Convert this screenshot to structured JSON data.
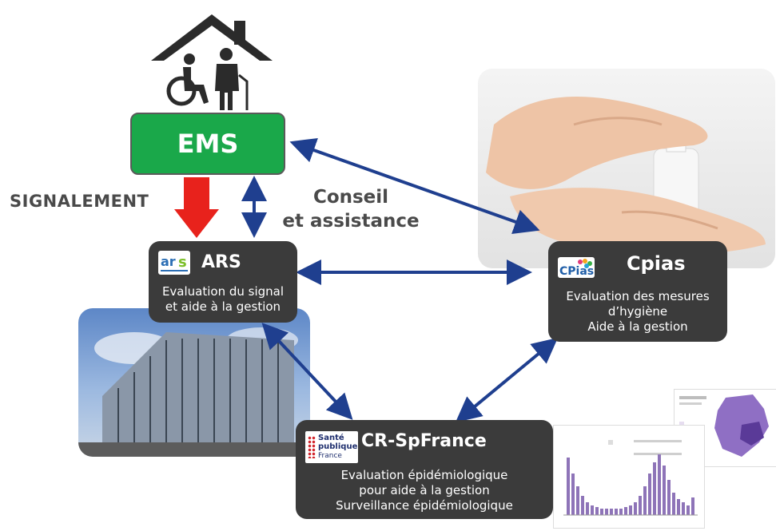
{
  "ems": {
    "label": "EMS"
  },
  "signalement": {
    "label": "SIGNALEMENT"
  },
  "conseil": {
    "line1": "Conseil",
    "line2": "et assistance"
  },
  "ars": {
    "title": "ARS",
    "line1": "Evaluation du signal",
    "line2": "et aide à la gestion"
  },
  "cpias": {
    "title": "Cpias",
    "line1": "Evaluation des mesures",
    "line2": "d’hygiène",
    "line3": "Aide à la gestion"
  },
  "crspfrance": {
    "title": "CR-SpFrance",
    "line1": "Evaluation épidémiologique",
    "line2": "pour aide à la gestion",
    "line3": "Surveillance épidémiologique"
  },
  "logos": {
    "sp_line1": "Santé",
    "sp_line2": "publique",
    "sp_line3": "France"
  },
  "colors": {
    "ems_green": "#1aa84a",
    "box_dark": "#3b3b3b",
    "arrow_blue": "#1f3f8f",
    "signal_red": "#e8221c"
  }
}
